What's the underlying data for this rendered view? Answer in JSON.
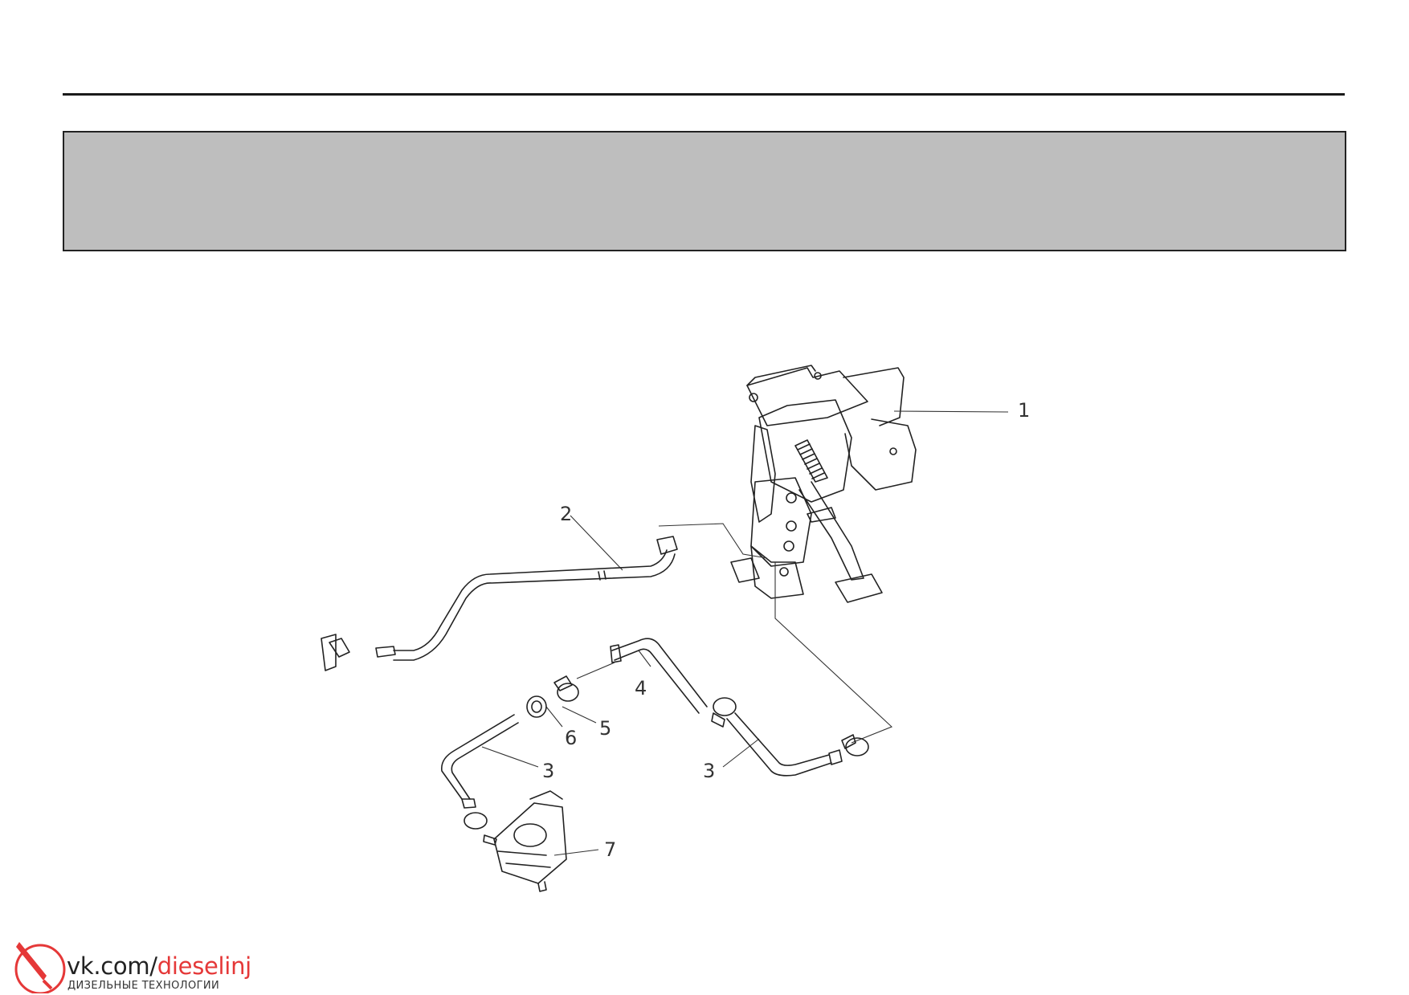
{
  "callouts": {
    "c1": "1",
    "c2": "2",
    "c3a": "3",
    "c3b": "3",
    "c4": "4",
    "c5": "5",
    "c6": "6",
    "c7": "7"
  },
  "watermark": {
    "url_prefix": "vk.com/",
    "url_accent": "dieselinj",
    "subtitle": "ДИЗЕЛЬНЫЕ ТЕХНОЛОГИИ",
    "accent_color": "#e53838",
    "icon": "fuel-injector-logo-icon"
  }
}
